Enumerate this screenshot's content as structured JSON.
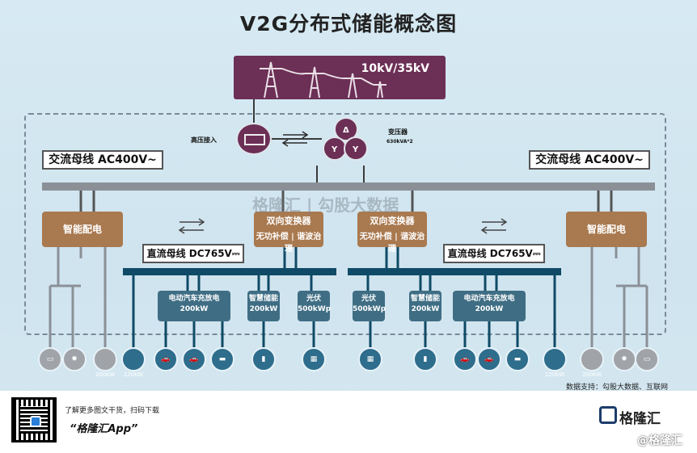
{
  "title": "V2G分布式储能概念图",
  "grid": {
    "voltage": "10kV/35kV"
  },
  "hv_inlet": "高压接入",
  "transformer": {
    "label": "变压器",
    "spec": "630kVA*2"
  },
  "ac_bus": "交流母线 AC400V~",
  "dc_bus": "直流母线 DC765V⎓",
  "smart_distribution": "智能配电",
  "bidirectional_converter": {
    "label": "双向变换器",
    "sub": "无功补偿 | 谐波治理"
  },
  "ev_charger": {
    "label": "电动汽车充放电",
    "power": "200kW"
  },
  "smart_storage": {
    "label": "智慧储能",
    "power": "200kW"
  },
  "pv": {
    "label": "光伏",
    "power": "500kWp"
  },
  "load_power": "200kW",
  "dc_load_power": "120kW",
  "watermark": "格隆汇 | 勾股大数据",
  "source": "数据支持：勾股大数据、互联网",
  "footer": {
    "line1": "了解更多图文干货，扫码下载",
    "line2": "“格隆汇App”"
  },
  "brand": "格隆汇",
  "brand_watermark": "@格隆汇",
  "colors": {
    "grid_box": "#6c2f55",
    "brown": "#a9794f",
    "teal": "#3f6e84",
    "dc_bus": "#0f4a66",
    "ac_bus": "#8b9097"
  }
}
